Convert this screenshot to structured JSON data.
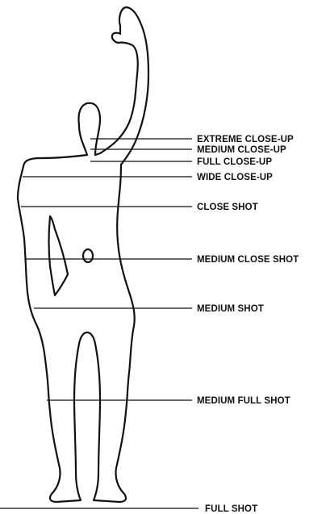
{
  "diagram": {
    "shots": [
      {
        "id": "extreme-close-up",
        "label": "EXTREME CLOSE-UP"
      },
      {
        "id": "medium-close-up",
        "label": "MEDIUM CLOSE-UP"
      },
      {
        "id": "full-close-up",
        "label": "FULL CLOSE-UP"
      },
      {
        "id": "wide-close-up",
        "label": "WIDE CLOSE-UP"
      },
      {
        "id": "close-shot",
        "label": "CLOSE SHOT"
      },
      {
        "id": "medium-close-shot",
        "label": "MEDIUM CLOSE SHOT"
      },
      {
        "id": "medium-shot",
        "label": "MEDIUM SHOT"
      },
      {
        "id": "medium-full-shot",
        "label": "MEDIUM FULL SHOT"
      },
      {
        "id": "full-shot",
        "label": "FULL SHOT"
      }
    ],
    "colors": {
      "ink": "#111111",
      "background": "#ffffff"
    }
  }
}
